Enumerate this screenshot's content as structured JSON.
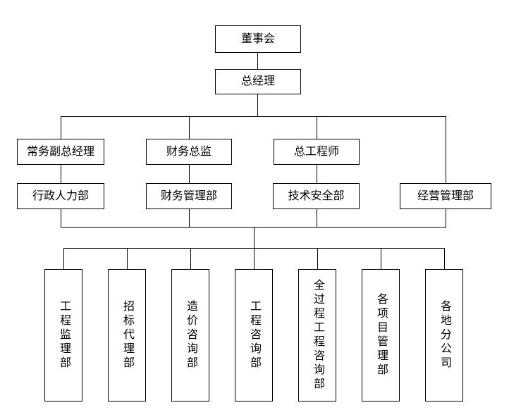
{
  "org_chart": {
    "type": "org-tree",
    "root": {
      "label": "董事会"
    },
    "general_manager": {
      "label": "总经理"
    },
    "executives": [
      {
        "label": "常务副总经理"
      },
      {
        "label": "财务总监"
      },
      {
        "label": "总工程师"
      }
    ],
    "departments": [
      {
        "label": "行政人力部"
      },
      {
        "label": "财务管理部"
      },
      {
        "label": "技术安全部"
      },
      {
        "label": "经营管理部"
      }
    ],
    "business_units": [
      {
        "label": "工程监理部"
      },
      {
        "label": "招标代理部"
      },
      {
        "label": "造价咨询部"
      },
      {
        "label": "工程咨询部"
      },
      {
        "label": "全过程工程咨询部"
      },
      {
        "label": "各项目管理部"
      },
      {
        "label": "各地分公司"
      }
    ],
    "colors": {
      "background": "#ffffff",
      "box_border": "#000000",
      "connector_line": "#000000",
      "text": "#000000"
    }
  }
}
